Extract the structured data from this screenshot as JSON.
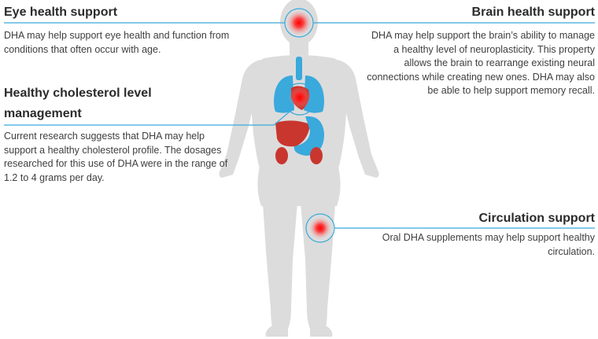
{
  "eye": {
    "title": "Eye health support",
    "text": "DHA may help support eye health and function from conditions that often occur with age."
  },
  "cholesterol": {
    "title_line1": "Healthy cholesterol level",
    "title_line2": "management",
    "text": "Current research suggests that DHA may help support a healthy cholesterol profile. The dosages researched for this use of DHA were in the range of 1.2 to 4 grams per day."
  },
  "brain": {
    "title": "Brain health support",
    "text": "DHA may help support the brain’s ability to manage a healthy level of neuroplasticity. This property allows the brain to rearrange existing neural connections while creating new ones. DHA may also be able to help support memory recall."
  },
  "circulation": {
    "title": "Circulation support",
    "text": "Oral DHA supplements may help support healthy circulation."
  },
  "colors": {
    "body": "#dcdcdc",
    "accent_line": "#3aa9dc",
    "hotspot": "#ff1a1a",
    "organ_red": "#c8362e",
    "organ_blue": "#3aa9dc",
    "text": "#3e3e3e"
  }
}
